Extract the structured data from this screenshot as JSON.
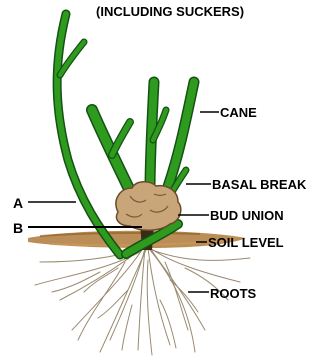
{
  "title": "(INCLUDING SUCKERS)",
  "labels": {
    "cane": "CANE",
    "basal_break": "BASAL BREAK",
    "bud_union": "BUD UNION",
    "soil_level": "SOIL LEVEL",
    "roots": "ROOTS",
    "a": "A",
    "b": "B"
  },
  "colors": {
    "cane": "#2e9a1e",
    "cane_outline": "#145214",
    "bud_union": "#c9a57a",
    "bud_union_outline": "#6b4a2a",
    "soil": "#b07a3a",
    "roots": "#9a8a70",
    "leader": "#000000"
  }
}
